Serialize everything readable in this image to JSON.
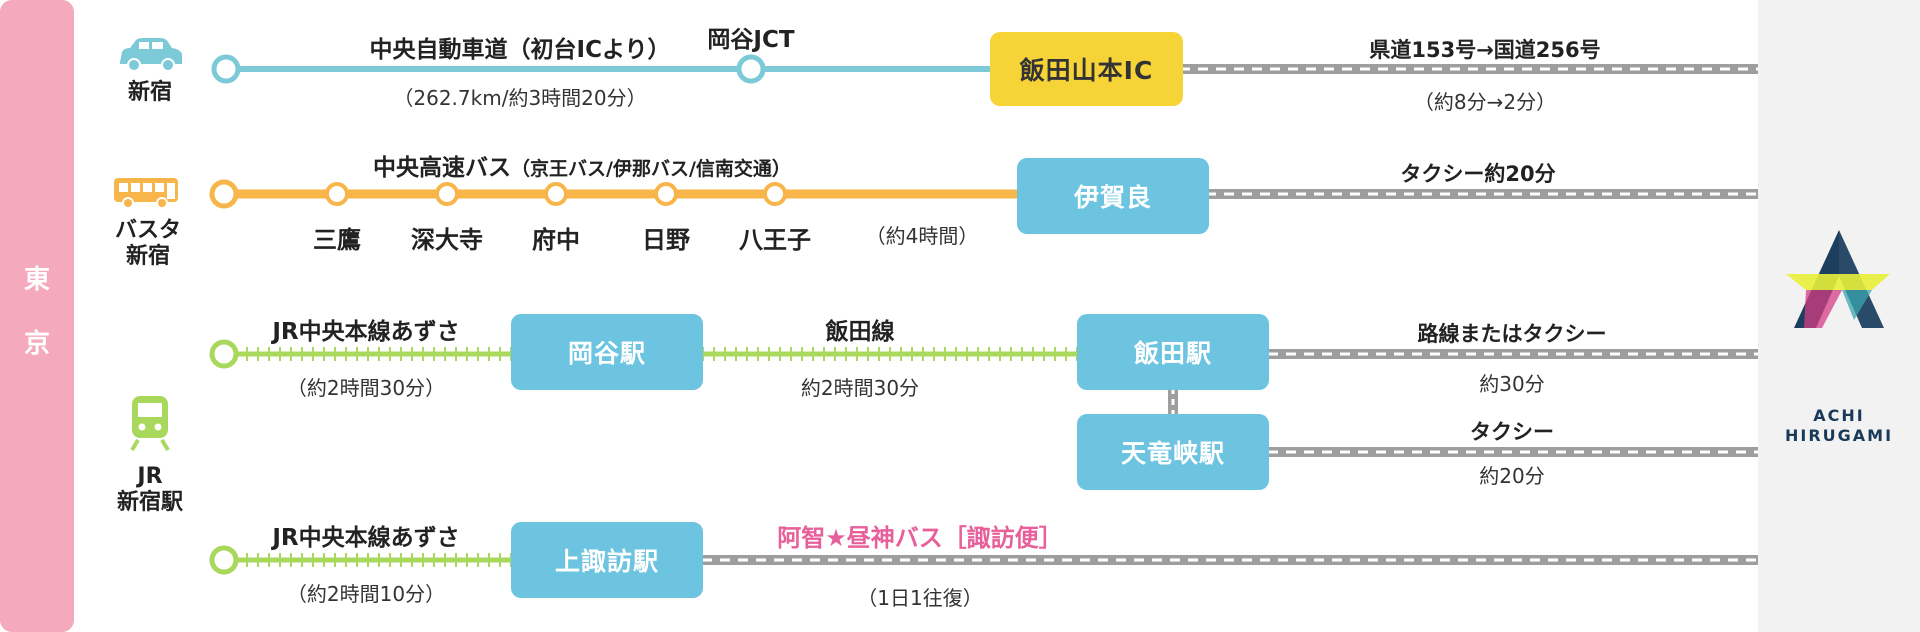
{
  "origin": "東京",
  "origin_chars": [
    "東",
    "京"
  ],
  "colors": {
    "car_line": "#7ccad7",
    "bus_line": "#f8b54a",
    "rail_line": "#a8d85c",
    "gray_line": "#9e9e9e",
    "blue_box": "#6cc4e1",
    "yellow_box": "#f6d337",
    "pink_text": "#e8609b",
    "tokyo_bar": "#f4a9bd"
  },
  "routes": {
    "car": {
      "icon": "car-icon",
      "origin": "新宿",
      "road": "中央自動車道（初台ICより）",
      "distance_time": "（262.7km/約3時間20分）",
      "jct": "岡谷JCT",
      "dest": "飯田山本IC",
      "after": "県道153号→国道256号",
      "after_time": "（約8分→2分）"
    },
    "bus": {
      "icon": "bus-icon",
      "origin_line1": "バスタ",
      "origin_line2": "新宿",
      "line": "中央高速バス",
      "operators": "（京王バス/伊那バス/信南交通）",
      "stops": [
        "三鷹",
        "深大寺",
        "府中",
        "日野",
        "八王子"
      ],
      "time": "（約4時間）",
      "dest": "伊賀良",
      "after": "タクシー約20分"
    },
    "train": {
      "icon": "train-icon",
      "origin_line1": "JR",
      "origin_line2": "新宿駅",
      "line1": "JR中央本線あずさ",
      "line1_time": "（約2時間30分）",
      "station1": "岡谷駅",
      "line2": "飯田線",
      "line2_time": "約2時間30分",
      "station2": "飯田駅",
      "station2_after": "路線またはタクシー",
      "station2_after_time": "約30分",
      "station3": "天竜峡駅",
      "station3_after": "タクシー",
      "station3_after_time": "約20分"
    },
    "train2": {
      "line": "JR中央本線あずさ",
      "time": "（約2時間10分）",
      "station": "上諏訪駅",
      "bus": "阿智★昼神バス［諏訪便］",
      "bus_freq": "（1日1往復）"
    }
  },
  "logo": {
    "line1": "ACHI",
    "line2": "HIRUGAMI"
  }
}
